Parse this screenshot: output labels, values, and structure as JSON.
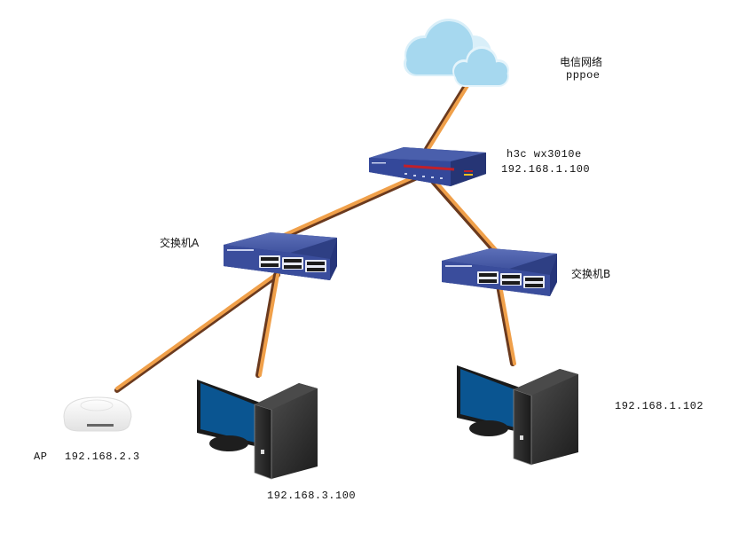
{
  "diagram": {
    "title": "network topology",
    "nodes": {
      "internet": {
        "label": "电信网络",
        "sublabel": "pppoe",
        "icon": "cloud-icon"
      },
      "router": {
        "label": "h3c wx3010e",
        "sublabel": "192.168.1.100",
        "icon": "router-icon"
      },
      "switch_a": {
        "label": "交换机A",
        "icon": "switch-icon"
      },
      "switch_b": {
        "label": "交换机B",
        "icon": "switch-icon"
      },
      "ap": {
        "label": "AP",
        "sublabel": "192.168.2.3",
        "icon": "access-point-icon"
      },
      "pc_a": {
        "label": "192.168.3.100",
        "icon": "desktop-computer-icon"
      },
      "pc_b": {
        "label": "192.168.1.102",
        "icon": "desktop-computer-icon"
      }
    },
    "links": [
      {
        "from": "internet",
        "to": "router"
      },
      {
        "from": "router",
        "to": "switch_a"
      },
      {
        "from": "router",
        "to": "switch_b"
      },
      {
        "from": "switch_a",
        "to": "ap"
      },
      {
        "from": "switch_a",
        "to": "pc_a"
      },
      {
        "from": "switch_b",
        "to": "pc_b"
      }
    ],
    "colors": {
      "cable": "#f0a04a",
      "cable_shadow": "#6b3a1e",
      "cloud": "#a6d8ef",
      "device_blue": "#3a4f9c",
      "screen_blue": "#0a5591",
      "tower": "#2e2e2e"
    }
  }
}
